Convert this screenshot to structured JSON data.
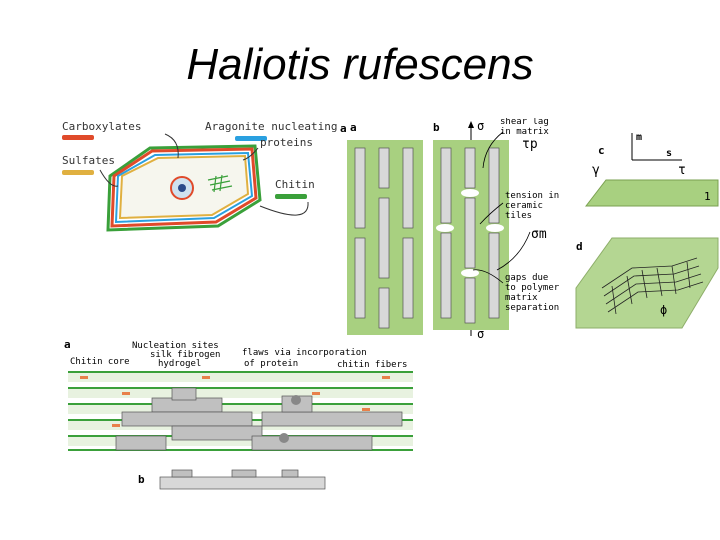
{
  "title": "Haliotis rufescens",
  "cell_panel": {
    "labels": {
      "carboxylates": "Carboxylates",
      "sulfates": "Sulfates",
      "aragonite": "Aragonite nucleating",
      "proteins": "proteins",
      "chitin": "Chitin",
      "panel_a": "a"
    },
    "colors": {
      "carboxylates": "#e04a2a",
      "sulfates": "#e0b040",
      "aragonite": "#2aa0e0",
      "chitin": "#3aa03a"
    }
  },
  "tiles_panel": {
    "panel_a": "a",
    "panel_b": "b",
    "labels": {
      "shear": "shear lag",
      "in_matrix": "in matrix",
      "tau_p": "τp",
      "sigma_top": "σ",
      "tension": "tension in",
      "ceramic": "ceramic",
      "tiles": "tiles",
      "sigma_m": "σm",
      "gaps1": "gaps due",
      "gaps2": "to polymer",
      "gaps3": "matrix",
      "gaps4": "separation",
      "sigma_bottom": "σ"
    }
  },
  "shear_panel": {
    "panel_c": "c",
    "panel_d": "d",
    "m": "m",
    "s": "s",
    "gamma": "γ",
    "tau": "τ",
    "one": "1",
    "phi": "ϕ"
  },
  "layer_panel": {
    "panel_a": "a",
    "panel_b": "b",
    "labels": {
      "nucleation": "Nucleation sites",
      "silk": "silk fibrogen",
      "hydrogel": "hydrogel",
      "flaws": "flaws via incorporation",
      "of_protein": "of protein",
      "chitin_core": "Chitin core",
      "chitin_fibers": "chitin fibers"
    }
  }
}
